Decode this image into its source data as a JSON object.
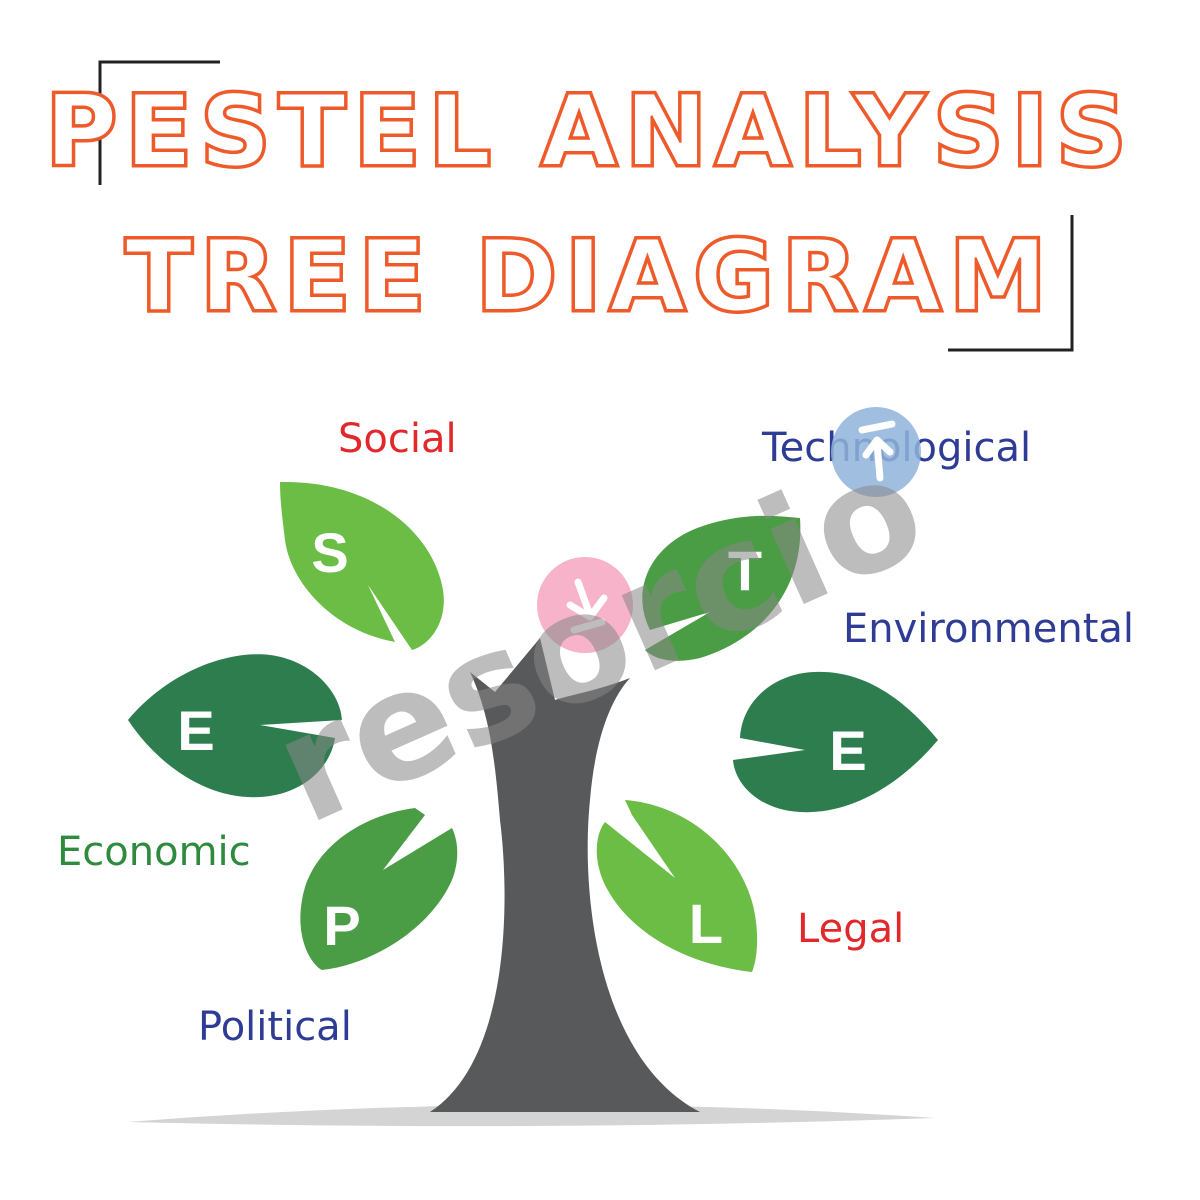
{
  "title": {
    "line1": "PESTEL ANALYSIS",
    "line2": "TREE DIAGRAM"
  },
  "colors": {
    "title": "#ee5a2a",
    "trunk": "#58595b",
    "leaf_light": "#6cbd45",
    "leaf_mid": "#4a9d45",
    "leaf_dark": "#2e7d4f",
    "label_red": "#e2282b",
    "label_blue": "#2e3c96",
    "label_green": "#2e8b3e"
  },
  "factors": [
    {
      "letter": "S",
      "label": "Social"
    },
    {
      "letter": "T",
      "label": "Technological"
    },
    {
      "letter": "E",
      "label": "Environmental"
    },
    {
      "letter": "E",
      "label": "Economic"
    },
    {
      "letter": "P",
      "label": "Political"
    },
    {
      "letter": "L",
      "label": "Legal"
    }
  ],
  "watermark": {
    "text": "resorcio",
    "icon_down": "download-arrow-icon",
    "icon_up": "upload-arrow-icon"
  }
}
